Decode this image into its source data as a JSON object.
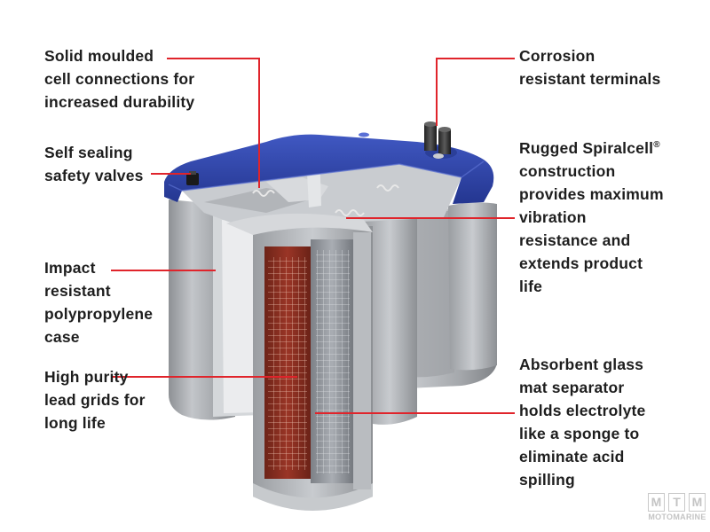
{
  "labels": {
    "cell_connections": [
      "Solid moulded",
      "cell connections for",
      "increased durability"
    ],
    "safety_valves": [
      "Self sealing",
      "safety valves"
    ],
    "case": [
      "Impact",
      "resistant",
      "polypropylene",
      "case"
    ],
    "lead_grids": [
      "High purity",
      "lead grids for",
      "long life"
    ],
    "terminals": [
      "Corrosion",
      "resistant terminals"
    ],
    "spiralcell": {
      "first_line": "Rugged Spiralcell",
      "registered_mark": "®",
      "lines": [
        "construction",
        "provides maximum",
        "vibration",
        "resistance and",
        "extends product",
        "life"
      ]
    },
    "separator": [
      "Absorbent glass",
      "mat separator",
      "holds electrolyte",
      "like a sponge to",
      "eliminate acid",
      "spilling"
    ]
  },
  "watermark": {
    "letters": [
      "M",
      "T",
      "M"
    ],
    "text": "MOTOMARINE"
  },
  "colors": {
    "leader_line": "#e0242b",
    "lid_blue": "#2f45a8",
    "case_grey": "#a7aaae",
    "plate_red": "#8a2a1f",
    "text": "#1e1e1e"
  }
}
